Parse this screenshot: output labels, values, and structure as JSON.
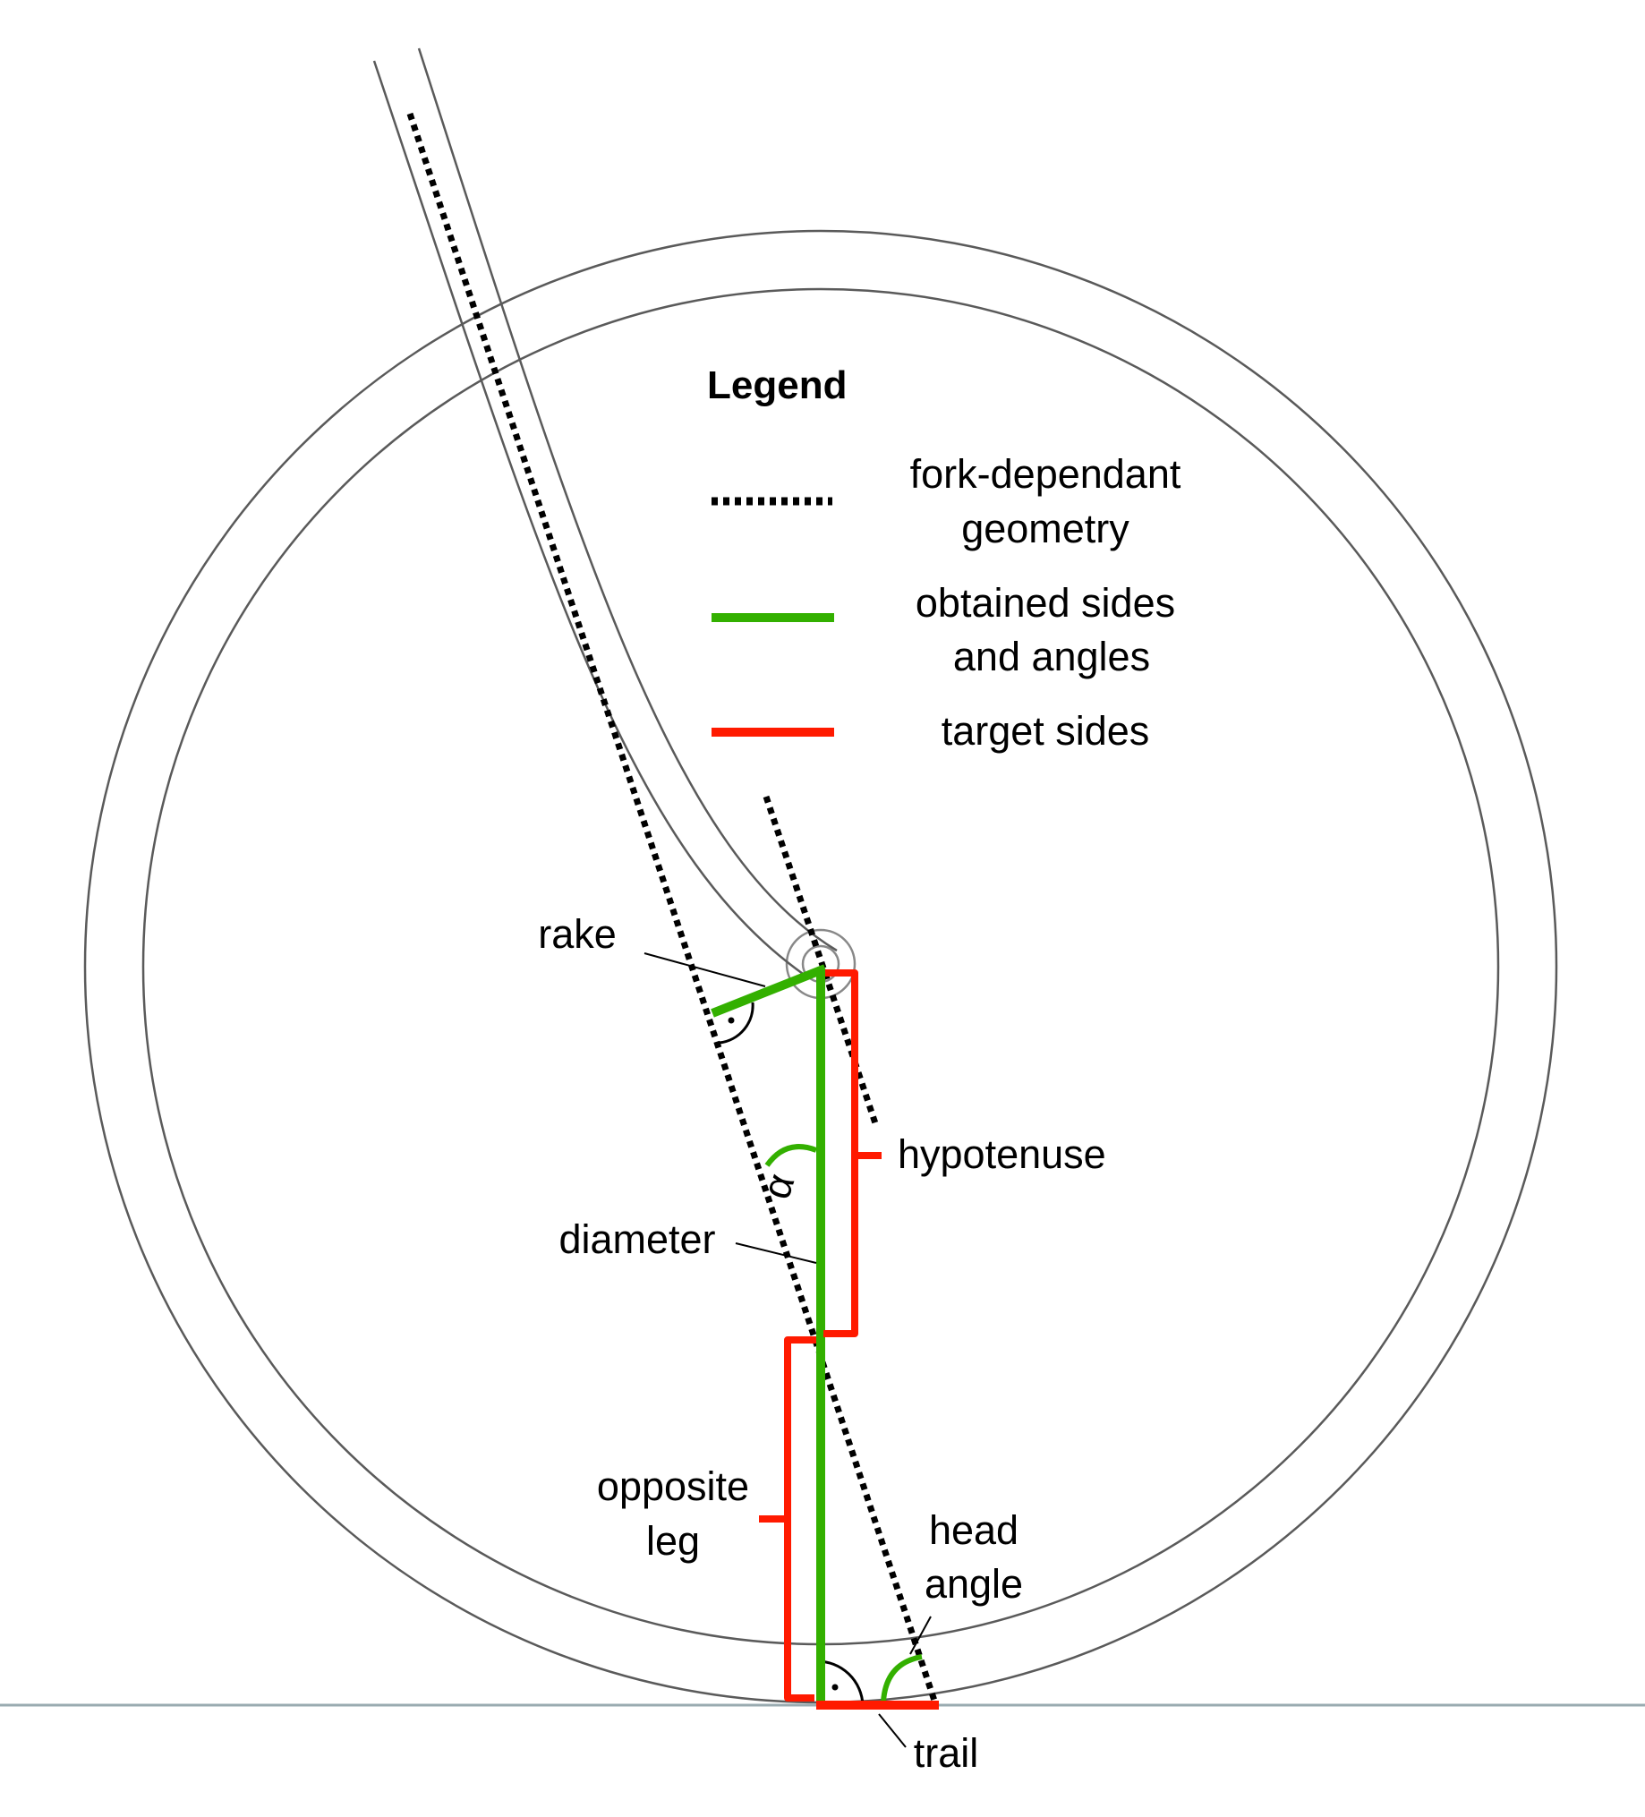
{
  "legend": {
    "title": "Legend",
    "items": [
      {
        "lines": [
          "fork-dependant",
          "geometry"
        ],
        "style": "dotted",
        "color": "#000000"
      },
      {
        "lines": [
          "obtained sides",
          "and angles"
        ],
        "style": "solid",
        "color": "#33b000"
      },
      {
        "lines": [
          "target sides"
        ],
        "style": "solid",
        "color": "#ff1a00"
      }
    ]
  },
  "labels": {
    "rake": "rake",
    "hypotenuse": "hypotenuse",
    "alpha": "α",
    "diameter": "diameter",
    "opposite_leg": [
      "opposite",
      "leg"
    ],
    "head_angle": [
      "head",
      "angle"
    ],
    "trail": "trail"
  },
  "colors": {
    "wheel": "#5a5a5a",
    "ground": "#9aabb0",
    "obtained": "#33b000",
    "target": "#ff1a00",
    "fork_dependant": "#000000"
  }
}
